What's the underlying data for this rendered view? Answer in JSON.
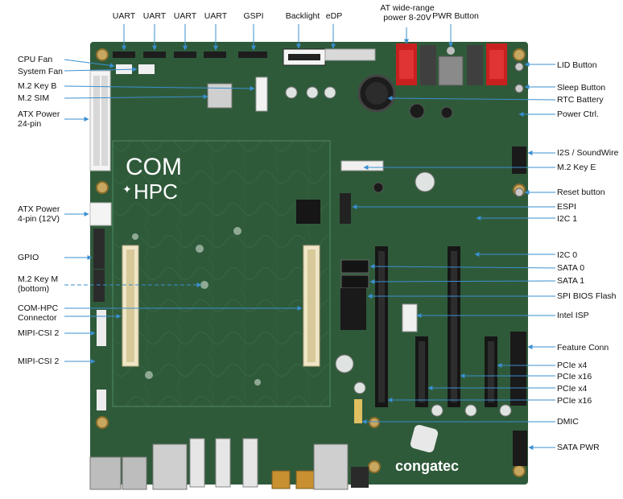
{
  "diagram": {
    "top_labels": [
      "UART",
      "UART",
      "UART",
      "UART",
      "GSPI",
      "Backlight",
      "eDP",
      "AT wide-range\npower 8-20V",
      "PWR Button"
    ],
    "left_labels": [
      "CPU Fan",
      "System Fan",
      "M.2 Key B",
      "M.2 SIM",
      "ATX Power\n24-pin",
      "ATX Power\n4-pin (12V)",
      "GPIO",
      "M.2 Key M\n(bottom)",
      "COM-HPC\nConnector",
      "MIPI-CSI 2",
      "MIPI-CSI 2"
    ],
    "right_labels": [
      "LID Button",
      "Sleep Button",
      "RTC Battery",
      "Power Ctrl.",
      "I2S / SoundWire",
      "M.2 Key E",
      "Reset button",
      "ESPI",
      "I2C 1",
      "I2C 0",
      "SATA 0",
      "SATA 1",
      "SPI BIOS Flash",
      "Intel ISP",
      "Feature Conn",
      "PCIe x4",
      "PCIe x16",
      "PCIe x4",
      "PCIe x16",
      "DMIC",
      "SATA PWR"
    ],
    "board_logo": {
      "line1": "COM",
      "line2": "HPC"
    },
    "brand": "congatec",
    "accent_color": "#3a8fd0",
    "board_color": "#2f5a3a"
  }
}
